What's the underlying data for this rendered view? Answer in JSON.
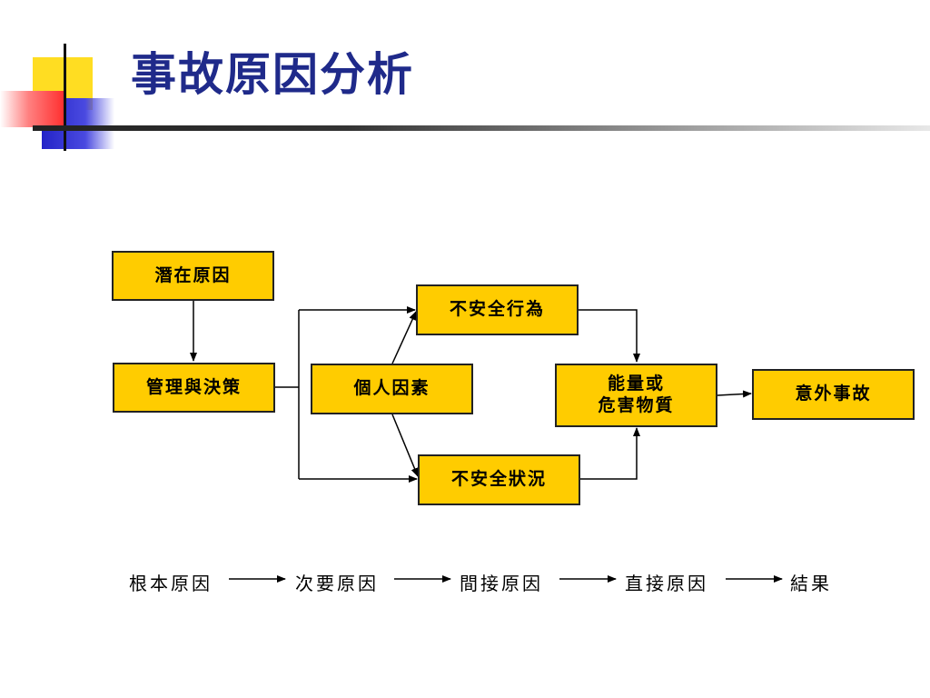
{
  "title": "事故原因分析",
  "diagram": {
    "boxes": {
      "latent_cause": "潛在原因",
      "management": "管理與決策",
      "personal_factors": "個人因素",
      "unsafe_act": "不安全行為",
      "unsafe_condition": "不安全狀況",
      "energy": "能量或\n危害物質",
      "accident": "意外事故"
    },
    "edges": [
      [
        "latent_cause",
        "management"
      ],
      [
        "management",
        "unsafe_act"
      ],
      [
        "management",
        "unsafe_condition"
      ],
      [
        "personal_factors",
        "unsafe_act"
      ],
      [
        "personal_factors",
        "unsafe_condition"
      ],
      [
        "unsafe_act",
        "energy"
      ],
      [
        "unsafe_condition",
        "energy"
      ],
      [
        "energy",
        "accident"
      ]
    ]
  },
  "legend": {
    "steps": [
      "根本原因",
      "次要原因",
      "間接原因",
      "直接原因",
      "結果"
    ]
  },
  "colors": {
    "title": "#1f2a8a",
    "box_fill": "#ffcc00",
    "line": "#000000"
  }
}
